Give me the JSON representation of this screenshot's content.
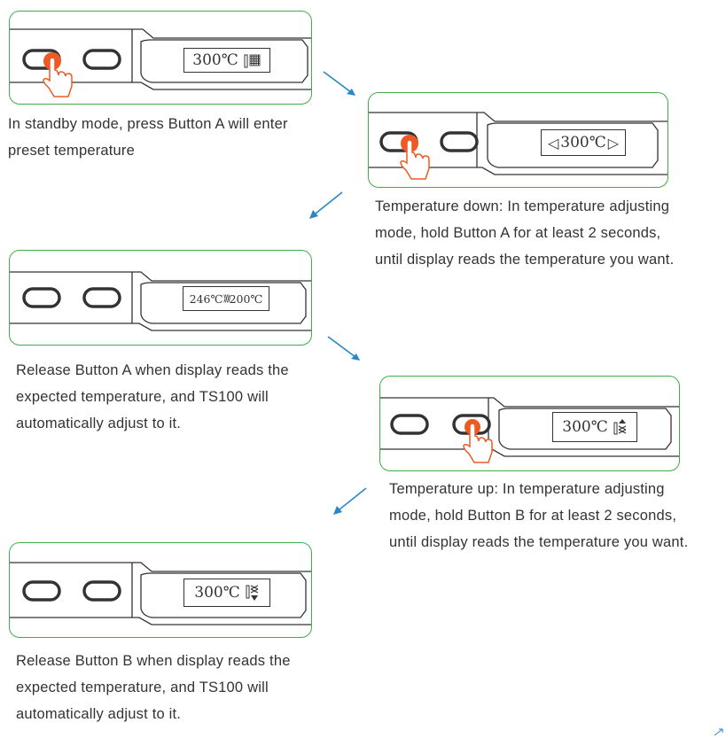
{
  "colors": {
    "panel_border": "#3fae49",
    "flow_arrow": "#2a86c7",
    "press_dot": "#ee5a24",
    "outline": "#333333",
    "text": "#333333"
  },
  "steps": [
    {
      "display": {
        "temp": "300℃",
        "icon": "standby-pattern-icon",
        "arrows": false
      },
      "press": "button-a",
      "caption": [
        "In standby mode, press Button A will enter",
        "preset temperature"
      ]
    },
    {
      "display": {
        "temp": "300℃",
        "icon": null,
        "arrows": true
      },
      "press": "button-a",
      "caption": [
        "Temperature down: In temperature adjusting",
        "mode, hold Button A for at least 2 seconds,",
        "until display reads the temperature you want."
      ]
    },
    {
      "display": {
        "from": "246℃",
        "sep": "⟫⟫",
        "to": "200℃"
      },
      "press": null,
      "caption": [
        "Release Button A when display reads the",
        "expected temperature, and TS100 will",
        "automatically adjust to it."
      ]
    },
    {
      "display": {
        "temp": "300℃",
        "icon": "heating-up-icon",
        "arrows": false
      },
      "press": "button-b",
      "caption": [
        "Temperature up: In temperature adjusting",
        "mode, hold Button B for at least 2 seconds,",
        "until display reads the temperature you want."
      ]
    },
    {
      "display": {
        "temp": "300℃",
        "icon": "heating-down-icon",
        "arrows": false
      },
      "press": null,
      "caption": [
        "Release Button B when display reads the",
        "expected temperature, and TS100 will",
        "automatically adjust to it."
      ]
    }
  ]
}
